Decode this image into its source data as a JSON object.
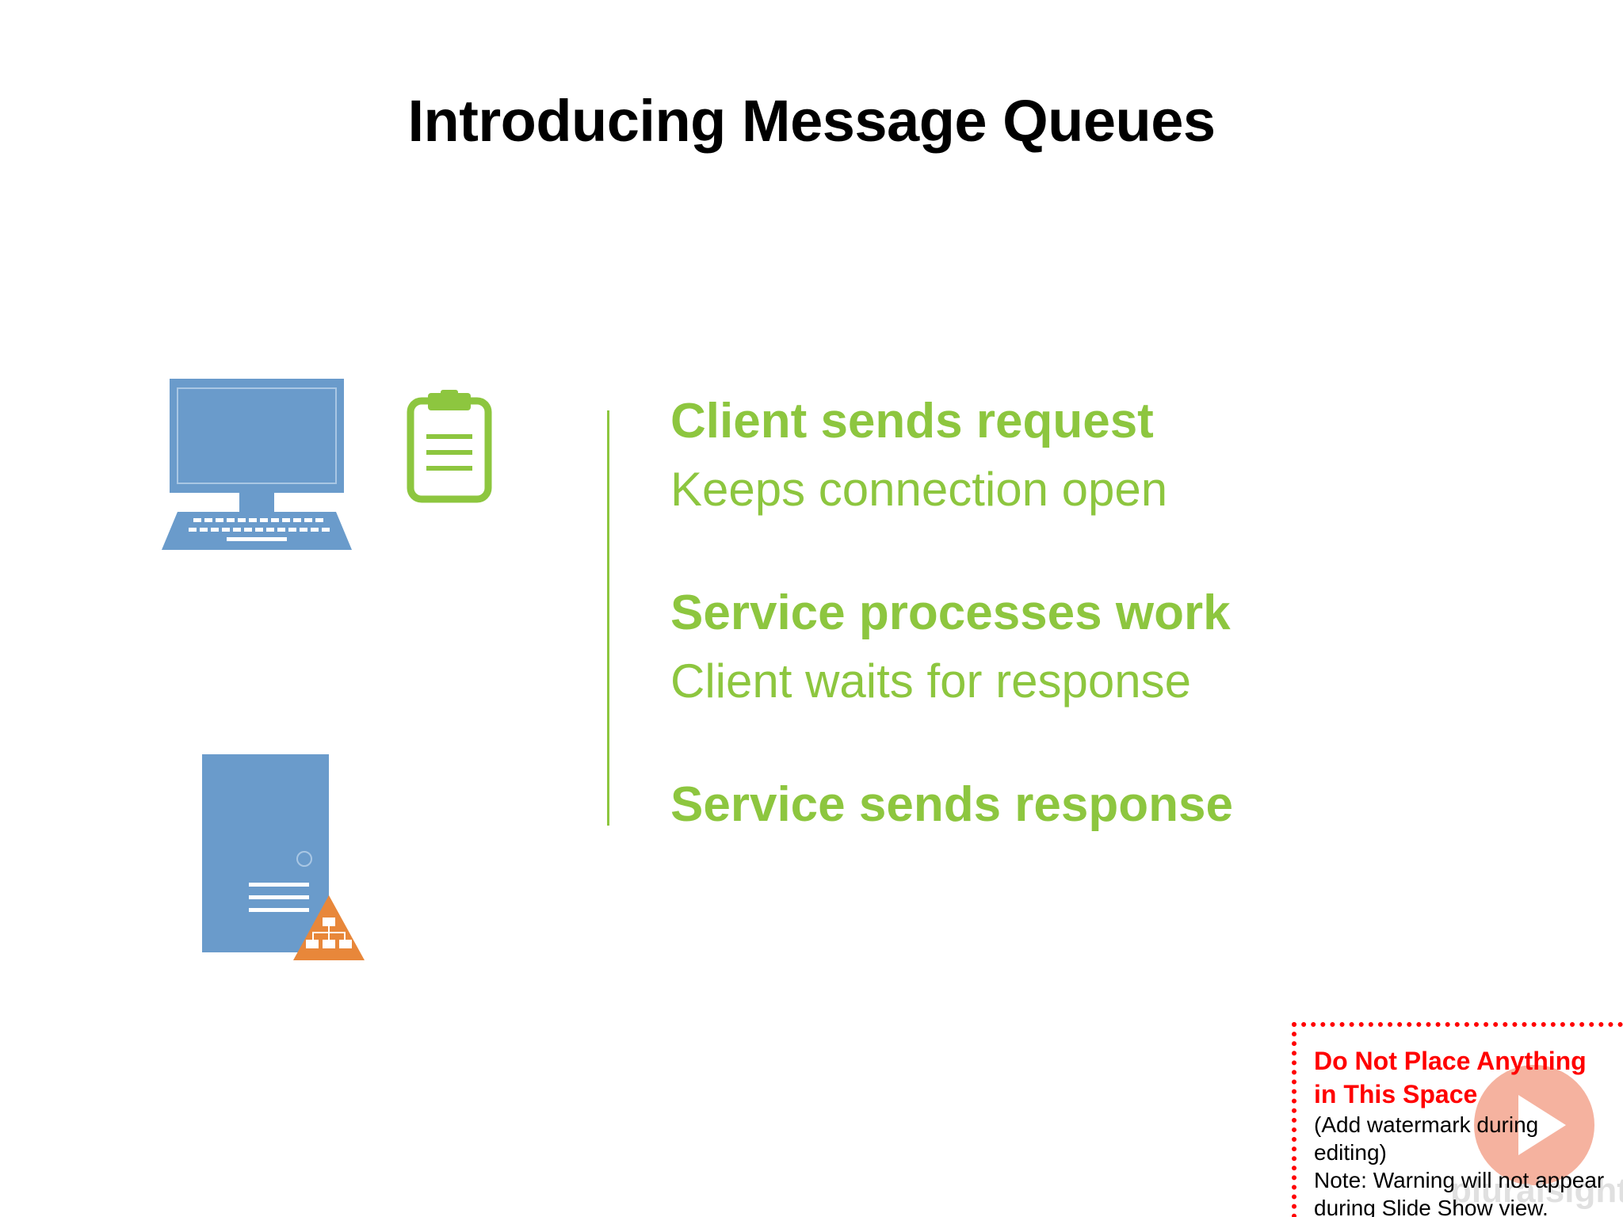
{
  "slide": {
    "title": "Introducing Message Queues"
  },
  "icons": {
    "computer": "desktop-computer-icon",
    "clipboard": "clipboard-icon",
    "server": "server-icon",
    "network": "network-hierarchy-icon"
  },
  "steps": [
    {
      "heading": "Client sends request",
      "sub": "Keeps connection open"
    },
    {
      "heading": "Service processes work",
      "sub": "Client waits for response"
    },
    {
      "heading": "Service sends response"
    }
  ],
  "warning": {
    "title_line1": "Do Not Place Anything",
    "title_line2": "in This Space",
    "line1": "(Add watermark during",
    "line2": "editing)",
    "line3": "Note:  Warning will not appear",
    "line4": "during Slide Show view."
  },
  "watermark": {
    "brand": "pluralsight"
  },
  "colors": {
    "accent_green": "#8dc63f",
    "icon_blue": "#6a9bcb",
    "icon_orange": "#e8873a",
    "warning_red": "#ff0000",
    "play_logo": "#f4a58f"
  }
}
